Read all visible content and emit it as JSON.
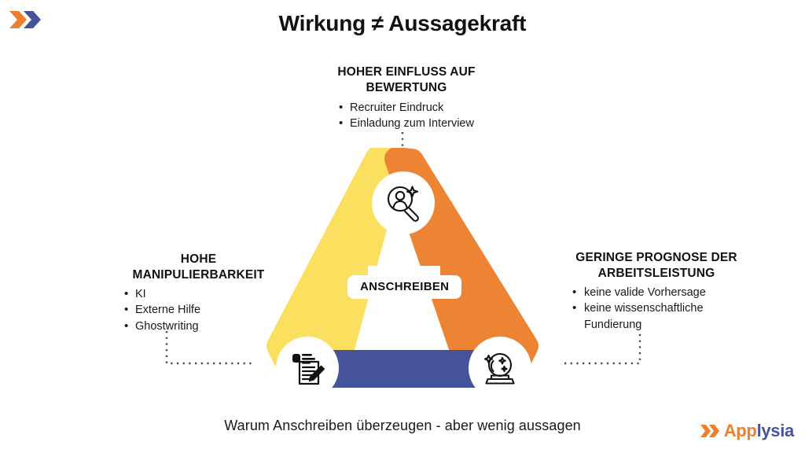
{
  "meta": {
    "title": "Wirkung ≠ Aussagekraft",
    "caption": "Warum Anschreiben überzeugen - aber wenig aussagen"
  },
  "colors": {
    "yellow": "#FBDF5E",
    "orange": "#EC8434",
    "blue": "#45549A",
    "text": "#111111",
    "background": "#FFFFFF",
    "brand_orange": "#EE7F2E",
    "brand_blue": "#45549A"
  },
  "brand": {
    "mark_icon": "double-chevron-icon",
    "logo_part_one": "App",
    "logo_part_two": "lysia"
  },
  "center": {
    "label": "ANSCHREIBEN"
  },
  "nodes": [
    {
      "id": "top",
      "icon": "person-search-magnifier-sparkle-icon",
      "color": "#FBDF5E"
    },
    {
      "id": "bottom-left",
      "icon": "document-pencil-edit-icon",
      "color": "#45549A"
    },
    {
      "id": "bottom-right",
      "icon": "crystal-ball-sparkle-icon",
      "color": "#EC8434"
    }
  ],
  "callouts": {
    "top": {
      "heading_line1": "HOHER EINFLUSS AUF",
      "heading_line2": "BEWERTUNG",
      "items": [
        "Recruiter Eindruck",
        "Einladung zum Interview"
      ]
    },
    "left": {
      "heading_line1": "HOHE",
      "heading_line2": "MANIPULIERBARKEIT",
      "items": [
        "KI",
        "Externe Hilfe",
        "Ghostwriting"
      ]
    },
    "right": {
      "heading_line1": "GERINGE PROGNOSE DER",
      "heading_line2": "ARBEITSLEISTUNG",
      "items": [
        "keine valide Vorhersage",
        "keine wissenschaftliche Fundierung"
      ]
    }
  }
}
